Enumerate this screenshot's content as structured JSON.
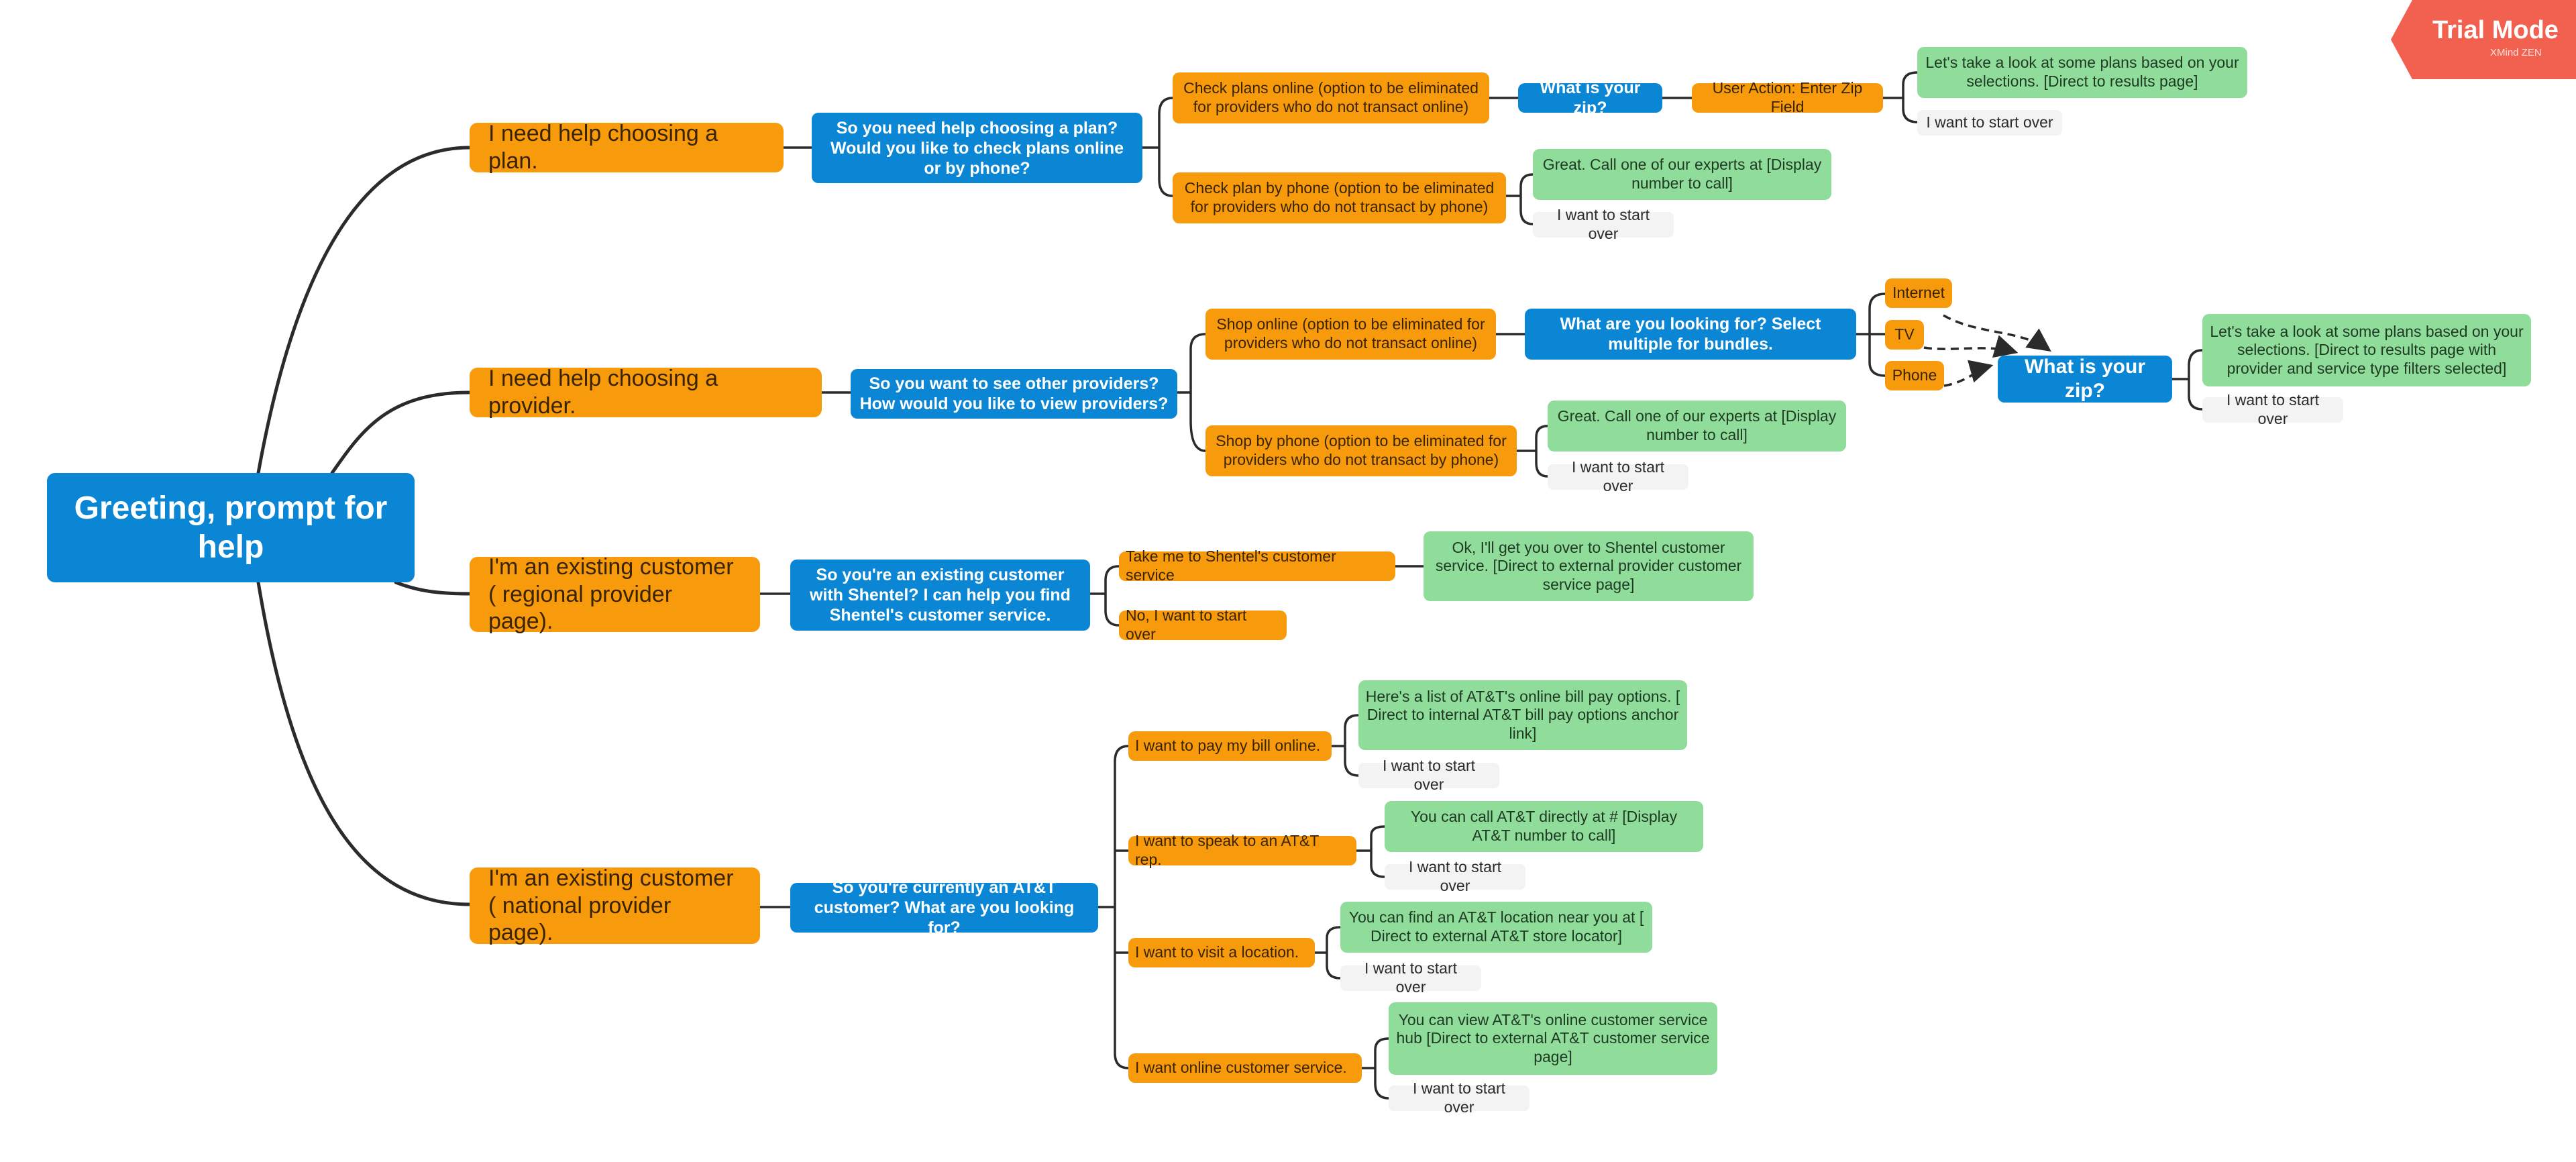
{
  "watermark": {
    "title": "Trial Mode",
    "subtitle": "XMind ZEN"
  },
  "root": {
    "label": "Greeting, prompt for help"
  },
  "branches": {
    "plan": {
      "label": "I need help choosing a plan.",
      "question": "So you need help choosing a plan? Would you like to check plans online or by phone?",
      "online": "Check plans online (option to be eliminated for providers who do not transact online)",
      "zip_q": "What is your zip?",
      "zip_action": "User Action: Enter Zip Field",
      "online_result": "Let's take a look at some plans based on your selections. [Direct to results page]",
      "online_restart": "I want to start over",
      "phone": "Check plan by phone (option to be eliminated for providers who do not transact by phone)",
      "phone_result": "Great. Call one of our experts at [Display number to call]",
      "phone_restart": "I want to start over"
    },
    "provider": {
      "label": "I need help choosing a provider.",
      "question": "So you want to see other providers? How would you like to view providers?",
      "online": "Shop online (option to be eliminated for providers who do not transact online)",
      "looking_q": "What are you looking for? Select multiple for bundles.",
      "opt_internet": "Internet",
      "opt_tv": "TV",
      "opt_phone": "Phone",
      "zip_q": "What is your zip?",
      "online_result": "Let's take a look at some plans based on your selections. [Direct to results page with provider and service type filters selected]",
      "online_restart": "I want to start over",
      "phone": "Shop by phone (option to be eliminated for providers who do not transact by phone)",
      "phone_result": "Great. Call one of our experts at [Display number to call]",
      "phone_restart": "I want to start over"
    },
    "regional": {
      "label": "I'm an existing customer ( regional provider page).",
      "question": "So you're an existing customer with Shentel? I can help you find Shentel's customer service.",
      "opt_service": "Take me to Shentel's customer service",
      "service_result": "Ok, I'll get you over to Shentel customer service. [Direct to external provider customer service page]",
      "opt_restart": "No, I want to start over"
    },
    "national": {
      "label": "I'm an existing customer ( national provider page).",
      "question": "So you're currently an AT&T customer? What are you looking for?",
      "pay": "I want to pay my bill online.",
      "pay_result": "Here's a list of AT&T's online bill pay options. [ Direct to internal AT&T bill pay options anchor link]",
      "pay_restart": "I want to start over",
      "rep": "I want to speak to an AT&T rep.",
      "rep_result": "You can call AT&T directly at # [Display AT&T number to call]",
      "rep_restart": "I want to start over",
      "visit": "I want to visit a location.",
      "visit_result": "You can find an AT&T location near you at [ Direct to external AT&T store locator]",
      "visit_restart": "I want to start over",
      "service": "I want online customer service.",
      "service_result": "You can view AT&T's online customer service hub [Direct to external AT&T customer service page]",
      "service_restart": "I want to start over"
    }
  },
  "colors": {
    "blue": "#0a86d4",
    "orange": "#f79a0b",
    "green": "#8fdc9b",
    "connector": "#2b2b2b",
    "watermark": "#f26150"
  }
}
